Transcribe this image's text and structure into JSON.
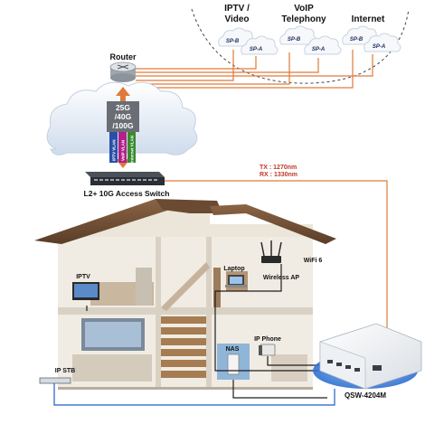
{
  "services": [
    {
      "title": "IPTV /\nVideo",
      "line1": "IPTV /",
      "line2": "Video",
      "left_sp": "SP-B",
      "right_sp": "SP-A"
    },
    {
      "title": "VoIP\nTelephony",
      "line1": "VoIP",
      "line2": "Telephony",
      "left_sp": "SP-B",
      "right_sp": "SP-A"
    },
    {
      "title": "Internet",
      "line1": "Internet",
      "line2": "",
      "left_sp": "SP-B",
      "right_sp": "SP-A"
    }
  ],
  "router": {
    "label": "Router"
  },
  "uplink": {
    "line1": "25G",
    "line2": "/40G",
    "line3": "/100G"
  },
  "vlans": [
    "IPTV VLAN",
    "VoIP VLAN",
    "Internet VLAN"
  ],
  "switch": {
    "label": "L2+ 10G Access Switch"
  },
  "fiber": {
    "tx": "TX : 1270nm",
    "rx": "RX : 1330nm"
  },
  "home": {
    "iptv": "IPTV",
    "laptop": "Laptop",
    "wireless_ap": "Wireless AP",
    "wifi": "WiFi 6",
    "nas": "NAS",
    "ip_phone": "IP Phone",
    "ip_stb": "IP STB",
    "device": "QSW-4204M"
  },
  "colors": {
    "fiber_line": "#e07a3a",
    "cloud": "#dfe8f3",
    "roof": "#6b4a33",
    "wall": "#f2eee7",
    "cable_blue": "#1e60c8"
  }
}
